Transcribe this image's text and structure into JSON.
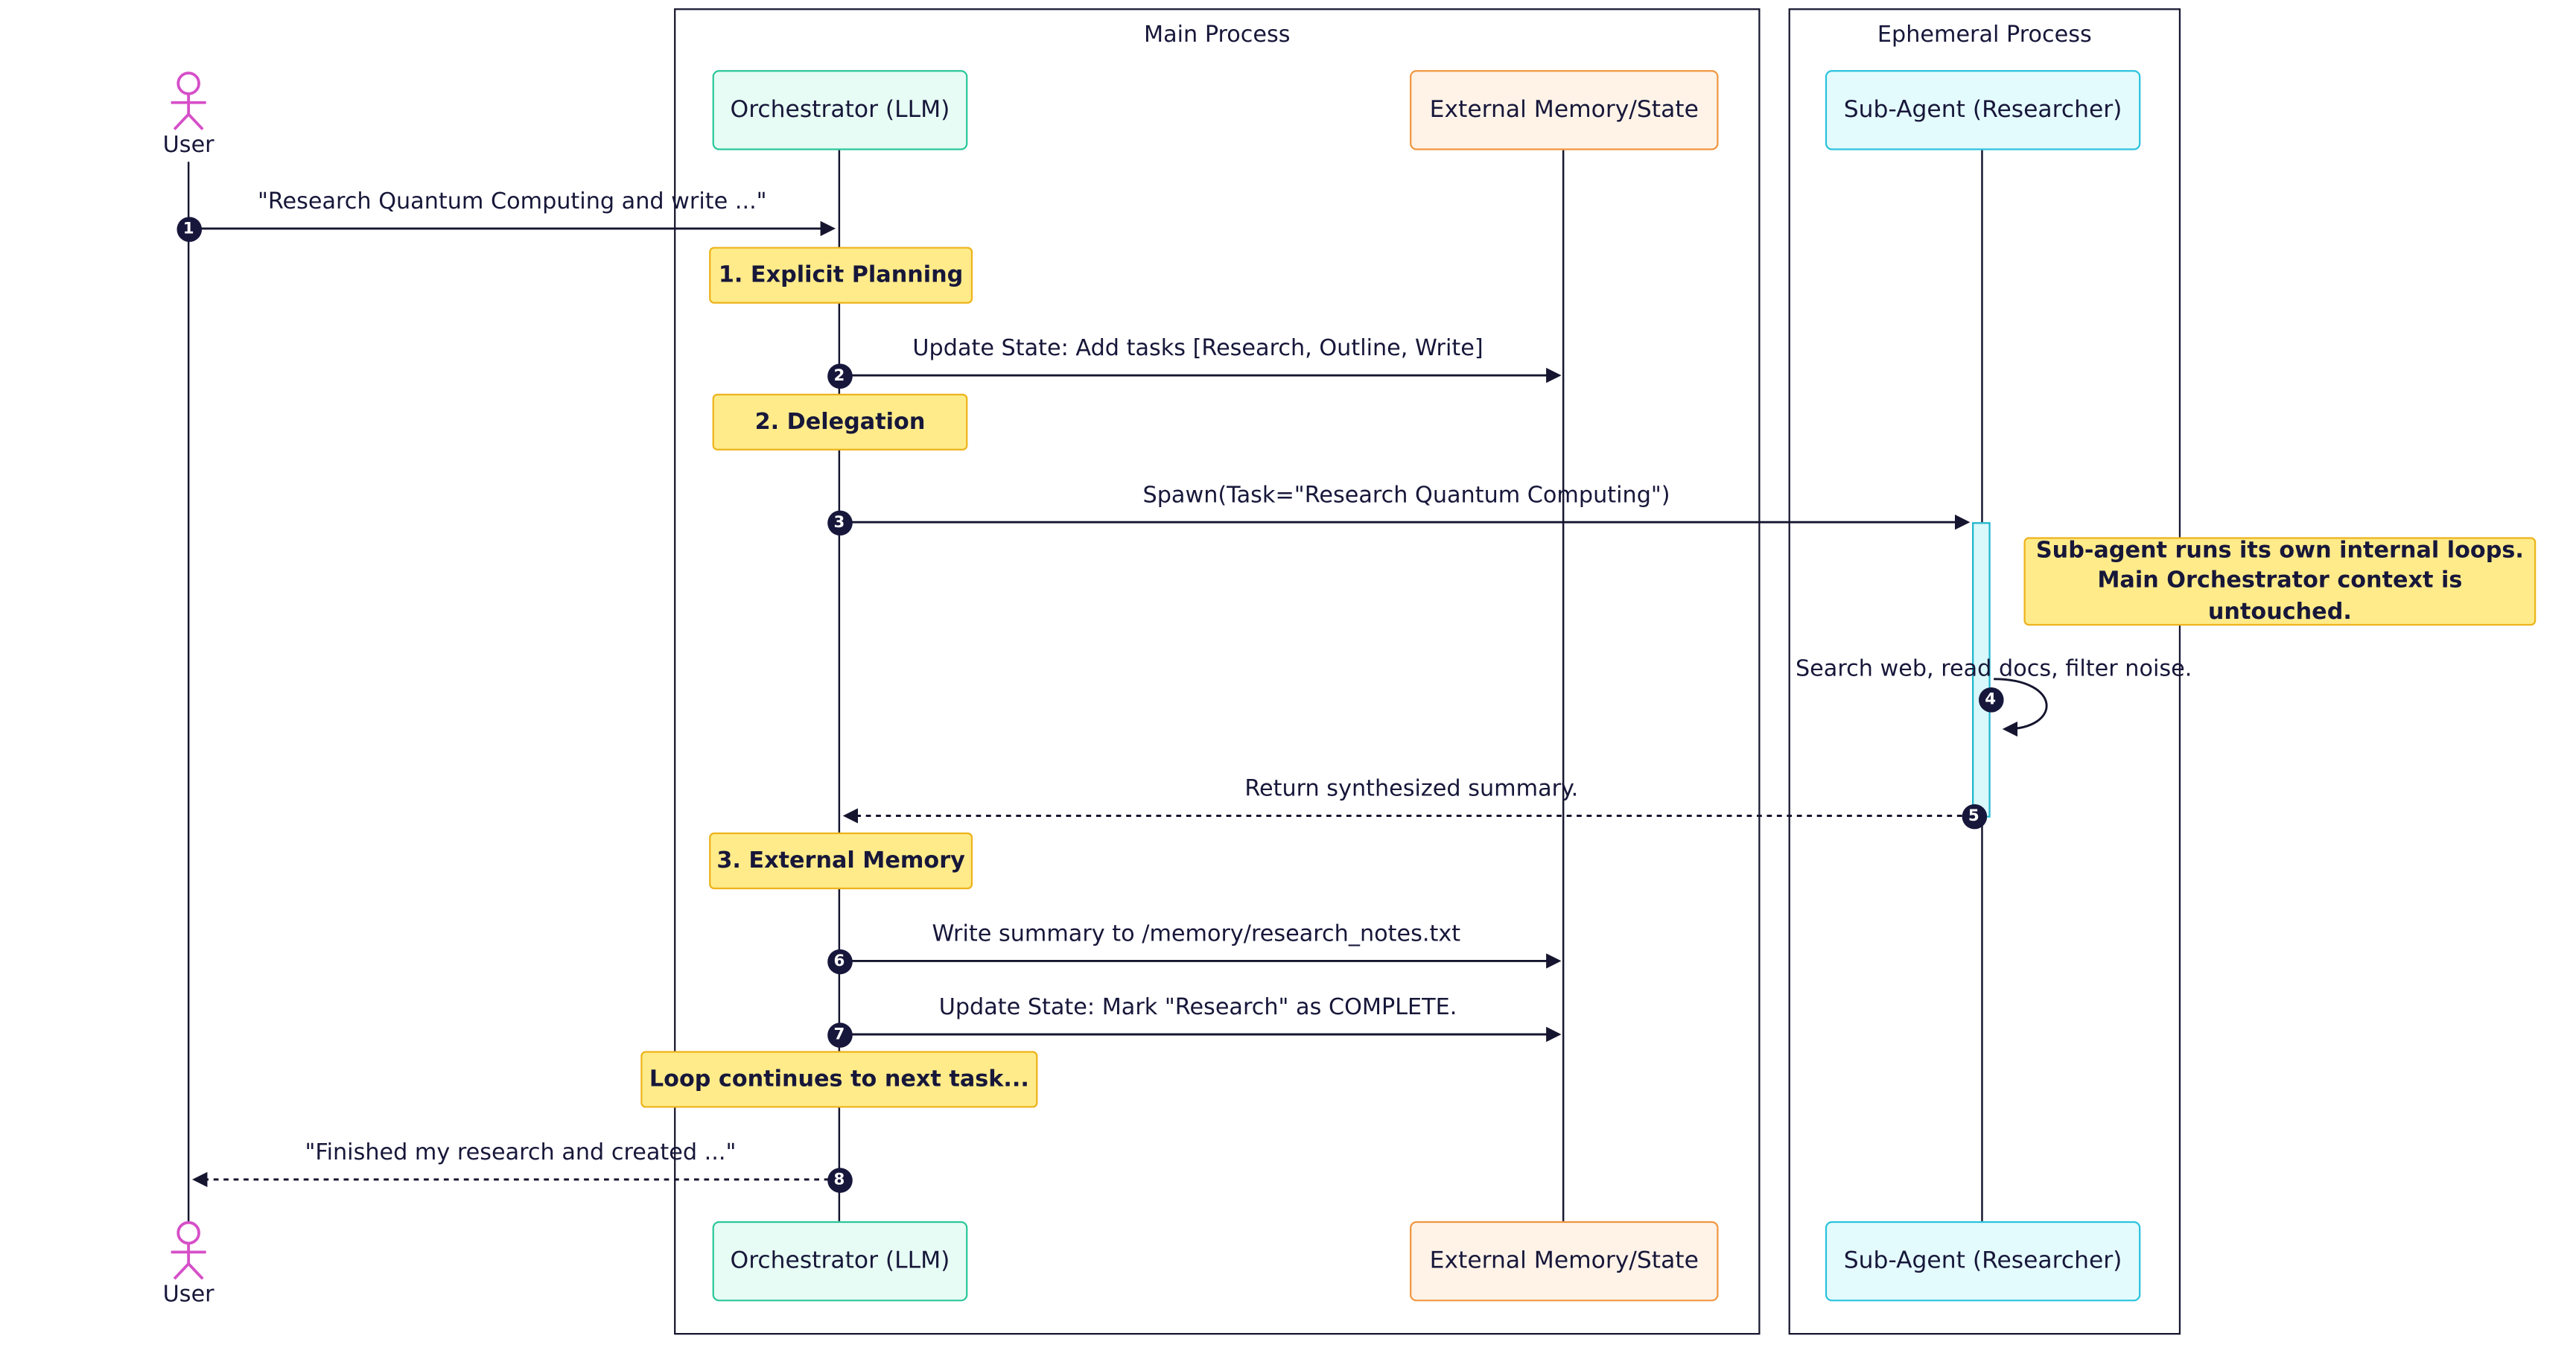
{
  "frames": [
    {
      "label": "Main Process"
    },
    {
      "label": "Ephemeral Process"
    }
  ],
  "actor": {
    "label": "User"
  },
  "participants": [
    {
      "id": "orchestrator",
      "label": "Orchestrator (LLM)"
    },
    {
      "id": "memory",
      "label": "External Memory/State"
    },
    {
      "id": "subagent",
      "label": "Sub-Agent (Researcher)"
    }
  ],
  "messages": [
    {
      "num": "1",
      "text": "\"Research Quantum Computing and write ...\"",
      "from": "User",
      "to": "Orchestrator (LLM)",
      "line": "solid"
    },
    {
      "num": "2",
      "text": "Update State: Add tasks [Research, Outline, Write]",
      "from": "Orchestrator (LLM)",
      "to": "External Memory/State",
      "line": "solid"
    },
    {
      "num": "3",
      "text": "Spawn(Task=\"Research Quantum Computing\")",
      "from": "Orchestrator (LLM)",
      "to": "Sub-Agent (Researcher)",
      "line": "solid"
    },
    {
      "num": "4",
      "text": "Search web, read docs, filter noise.",
      "from": "Sub-Agent (Researcher)",
      "to": "Sub-Agent (Researcher)",
      "line": "solid-self-loop"
    },
    {
      "num": "5",
      "text": "Return synthesized summary.",
      "from": "Sub-Agent (Researcher)",
      "to": "Orchestrator (LLM)",
      "line": "dashed"
    },
    {
      "num": "6",
      "text": "Write summary to /memory/research_notes.txt",
      "from": "Orchestrator (LLM)",
      "to": "External Memory/State",
      "line": "solid"
    },
    {
      "num": "7",
      "text": "Update State: Mark \"Research\" as COMPLETE.",
      "from": "Orchestrator (LLM)",
      "to": "External Memory/State",
      "line": "solid"
    },
    {
      "num": "8",
      "text": "\"Finished my research and created ...\"",
      "from": "Orchestrator (LLM)",
      "to": "User",
      "line": "dashed"
    }
  ],
  "notes": [
    {
      "text": "1. Explicit Planning",
      "over": "Orchestrator (LLM)"
    },
    {
      "text": "2. Delegation",
      "over": "Orchestrator (LLM)"
    },
    {
      "line1": "Sub-agent runs its own internal loops.",
      "line2": "Main Orchestrator context is untouched.",
      "over": "Sub-Agent (Researcher)"
    },
    {
      "text": "3. External Memory",
      "over": "Orchestrator (LLM)"
    },
    {
      "text": "Loop continues to next task...",
      "over": "Orchestrator (LLM)"
    }
  ],
  "colors": {
    "orchestrator_bg": "#e7fcf4",
    "orchestrator_border": "#2bc79a",
    "memory_bg": "#fff3e8",
    "memory_border": "#f0963f",
    "subagent_bg": "#e4fbfd",
    "subagent_border": "#29c3dd",
    "note_bg": "#ffeb8a",
    "note_border": "#edb31c",
    "actor_figure": "#d64fc8",
    "line": "#15152f",
    "badge_bg": "#17173c",
    "activation_bg": "#d9f8fb",
    "activation_border": "#1fb6cd"
  }
}
